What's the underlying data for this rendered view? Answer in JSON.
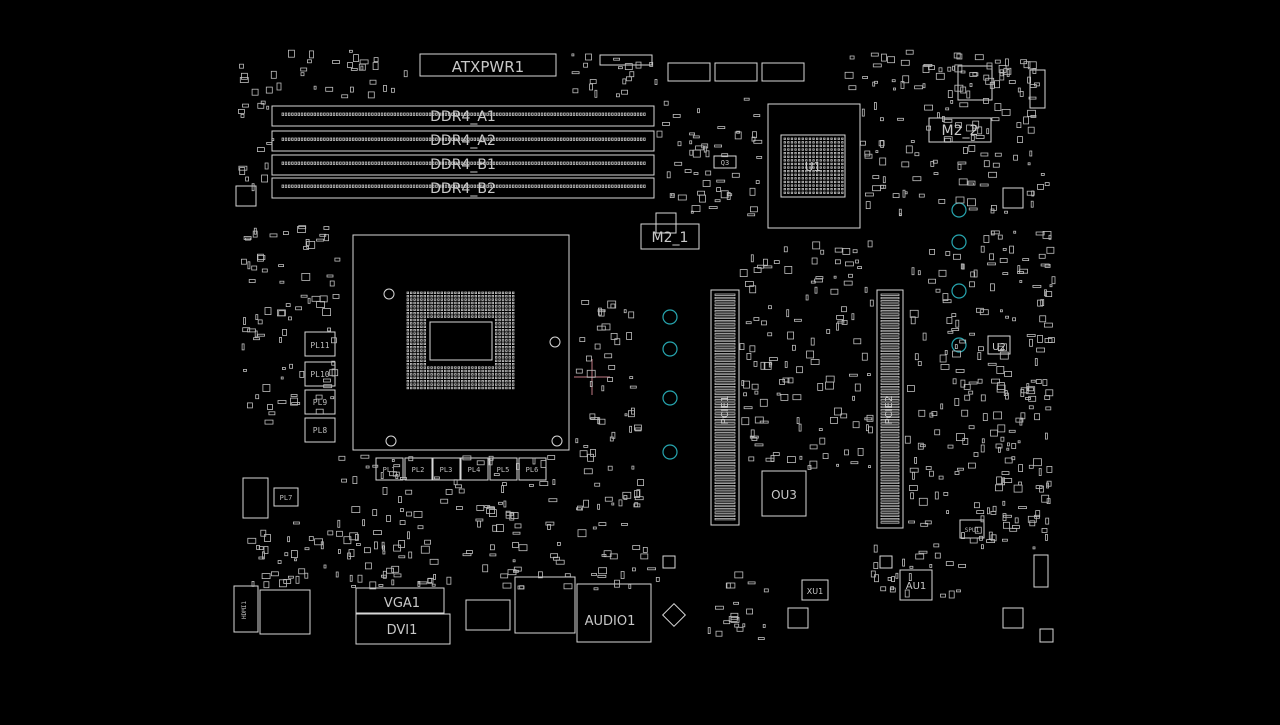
{
  "colors": {
    "background": "#000000",
    "outline": "#d7d7d7",
    "label": "#c8c8c8",
    "via": "#27a6b0",
    "cursor": "#c07a84"
  },
  "board": {
    "components": {
      "atx_power": "ATXPWR1",
      "ddr_a1": "DDR4_A1",
      "ddr_a2": "DDR4_A2",
      "ddr_b1": "DDR4_B1",
      "ddr_b2": "DDR4_B2",
      "m2_1": "M2_1",
      "m2_2": "M2_2",
      "pch": "U1",
      "u2": "U2",
      "u3": "OU3",
      "audio_chip": "AU1",
      "crystal": "XU1",
      "vga": "VGA1",
      "dvi": "DVI1",
      "audio_jack": "AUDIO1",
      "pcie1": "PCIE1",
      "pcie2": "PCIE2",
      "pl11": "PL11",
      "pl10": "PL10",
      "pl9": "PL9",
      "pl8": "PL8",
      "pl1": "PL1",
      "pl2": "PL2",
      "pl3": "PL3",
      "pl4": "PL4",
      "pl5": "PL5",
      "pl6": "PL6",
      "pl7": "PL7",
      "q3": "Q3",
      "spu1": "SPU1",
      "hdmi": "HDMI1"
    }
  }
}
